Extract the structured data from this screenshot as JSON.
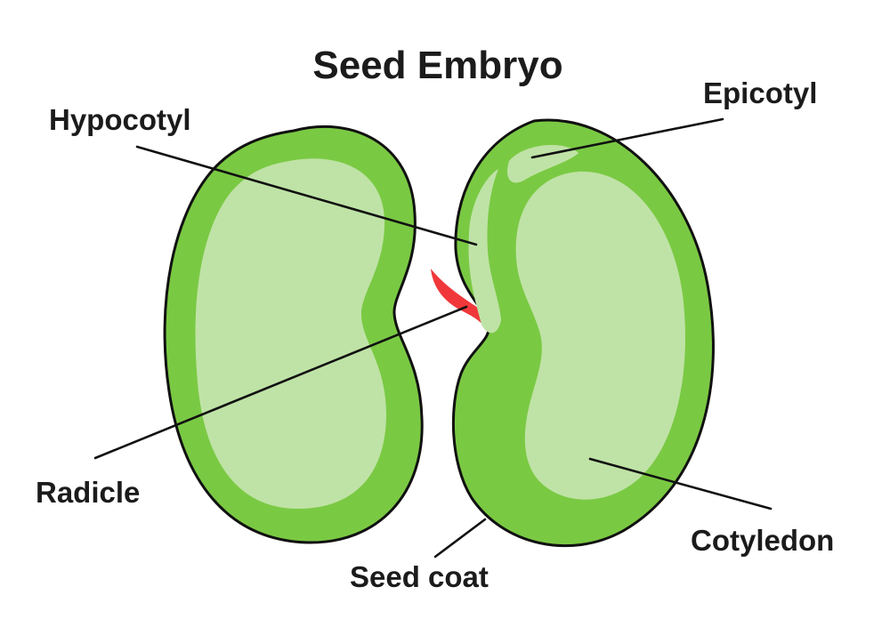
{
  "title": "Seed Embryo",
  "labels": {
    "hypocotyl": "Hypocotyl",
    "epicotyl": "Epicotyl",
    "radicle": "Radicle",
    "seed_coat": "Seed coat",
    "cotyledon": "Cotyledon"
  },
  "colors": {
    "seed_green": "#7ac943",
    "seed_highlight": "#bfe3a6",
    "radicle_red": "#f0383b",
    "outline": "#111111",
    "text": "#1b1b1b",
    "background": "#ffffff"
  }
}
